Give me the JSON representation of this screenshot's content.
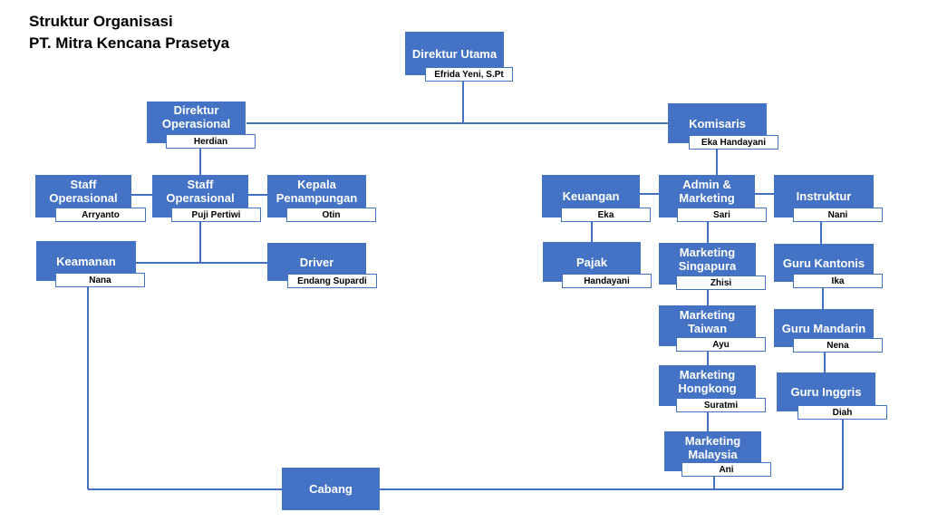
{
  "title_line1": "Struktur Organisasi",
  "title_line2": "PT. Mitra Kencana Prasetya",
  "colors": {
    "box": "#4472C4",
    "line": "#4472C4",
    "text": "#FFFFFF"
  },
  "nodes": {
    "direktur_utama": {
      "title": "Direktur Utama",
      "name": "Efrida Yeni, S.Pt"
    },
    "direktur_operasional": {
      "title": "Direktur\nOperasional",
      "name": "Herdian"
    },
    "komisaris": {
      "title": "Komisaris",
      "name": "Eka Handayani"
    },
    "staff_operasional_1": {
      "title": "Staff\nOperasional",
      "name": "Arryanto"
    },
    "staff_operasional_2": {
      "title": "Staff\nOperasional",
      "name": "Puji Pertiwi"
    },
    "kepala_penampungan": {
      "title": "Kepala\nPenampungan",
      "name": "Otin"
    },
    "keamanan": {
      "title": "Keamanan",
      "name": "Nana"
    },
    "driver": {
      "title": "Driver",
      "name": "Endang Supardi"
    },
    "keuangan": {
      "title": "Keuangan",
      "name": "Eka"
    },
    "admin_marketing": {
      "title": "Admin &\nMarketing",
      "name": "Sari"
    },
    "instruktur": {
      "title": "Instruktur",
      "name": "Nani"
    },
    "pajak": {
      "title": "Pajak",
      "name": "Handayani"
    },
    "marketing_singapura": {
      "title": "Marketing\nSingapura",
      "name": "Zhisi"
    },
    "guru_kantonis": {
      "title": "Guru Kantonis",
      "name": "Ika"
    },
    "marketing_taiwan": {
      "title": "Marketing\nTaiwan",
      "name": "Ayu"
    },
    "guru_mandarin": {
      "title": "Guru Mandarin",
      "name": "Nena"
    },
    "marketing_hongkong": {
      "title": "Marketing\nHongkong",
      "name": "Suratmi"
    },
    "guru_inggris": {
      "title": "Guru Inggris",
      "name": "Diah"
    },
    "marketing_malaysia": {
      "title": "Marketing\nMalaysia",
      "name": "Ani"
    },
    "cabang": {
      "title": "Cabang"
    }
  }
}
